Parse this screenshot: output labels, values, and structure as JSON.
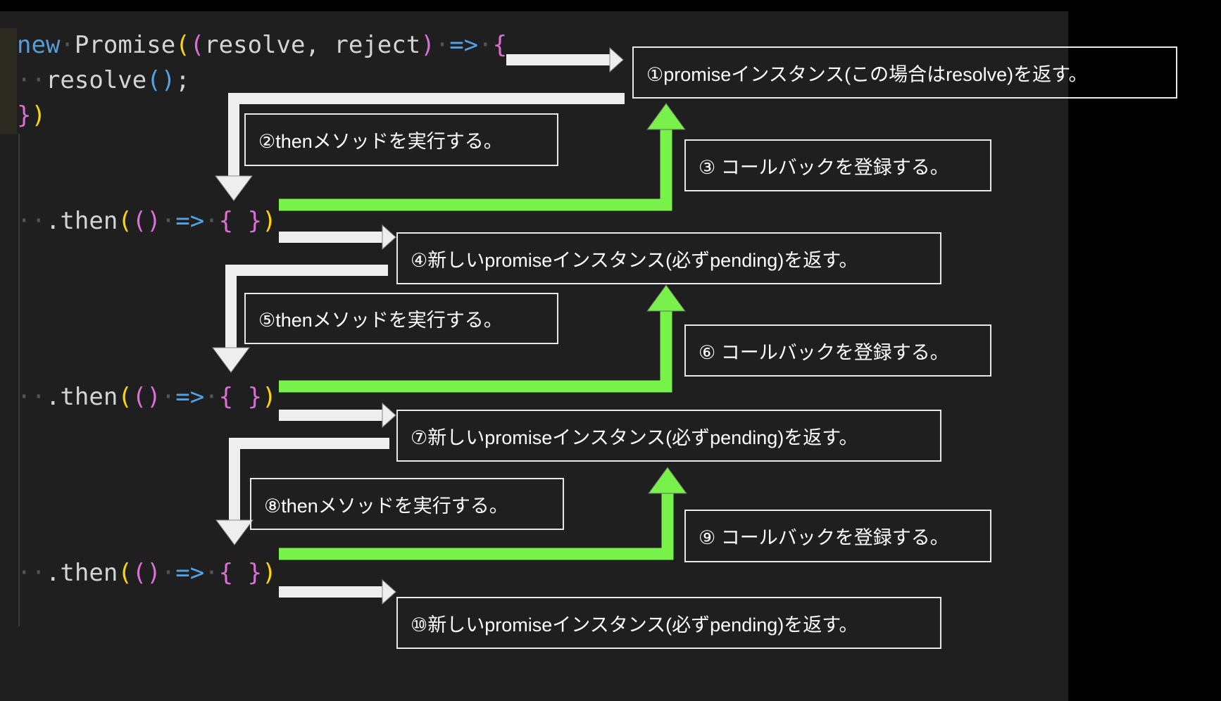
{
  "code": {
    "line1": {
      "kw": "new",
      "cls": "Promise",
      "open1": "(",
      "open2": "(",
      "params": "resolve, reject",
      "close2": ")",
      "arrow": "=>",
      "brace": "{"
    },
    "line2": {
      "call": "resolve",
      "paren_open": "(",
      "paren_close": ")",
      "semi": ";"
    },
    "line3": {
      "brace": "}",
      "paren": ")"
    },
    "then_lines": [
      {
        "dot_then": ".then",
        "o": "(",
        "pp": "()",
        "arrow": "=>",
        "body": "{ }",
        "c": ")"
      },
      {
        "dot_then": ".then",
        "o": "(",
        "pp": "()",
        "arrow": "=>",
        "body": "{ }",
        "c": ")"
      },
      {
        "dot_then": ".then",
        "o": "(",
        "pp": "()",
        "arrow": "=>",
        "body": "{ }",
        "c": ")"
      }
    ]
  },
  "steps": [
    "①promiseインスタンス(この場合はresolve)を返す。",
    "②thenメソッドを実行する。",
    "③ コールバックを登録する。",
    "④新しいpromiseインスタンス(必ずpending)を返す。",
    "⑤thenメソッドを実行する。",
    "⑥ コールバックを登録する。",
    "⑦新しいpromiseインスタンス(必ずpending)を返す。",
    "⑧thenメソッドを実行する。",
    "⑨ コールバックを登録する。",
    "⑩新しいpromiseインスタンス(必ずpending)を返す。"
  ],
  "colors": {
    "white_arrow": "#eeeeee",
    "green_arrow": "#78f24a",
    "background": "#1f1f1f"
  }
}
